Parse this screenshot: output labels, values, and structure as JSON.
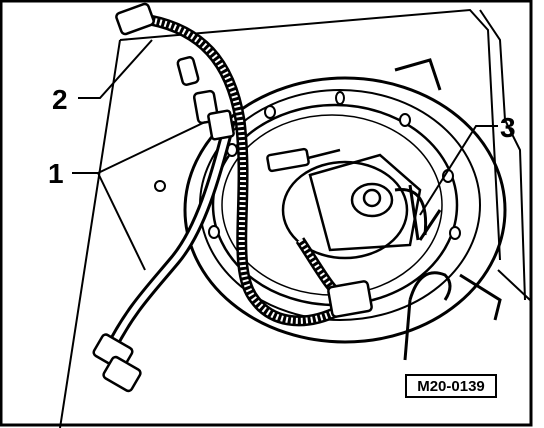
{
  "callouts": [
    {
      "id": "1",
      "label": "1"
    },
    {
      "id": "2",
      "label": "2"
    },
    {
      "id": "3",
      "label": "3"
    }
  ],
  "figure_ref": "M20-0139",
  "colors": {
    "ink": "#000000",
    "paper": "#ffffff"
  }
}
